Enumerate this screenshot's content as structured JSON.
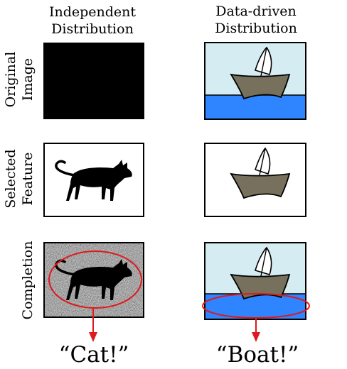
{
  "columns": {
    "independent": {
      "line1": "Independent",
      "line2": "Distribution"
    },
    "data_driven": {
      "line1": "Data-driven",
      "line2": "Distribution"
    }
  },
  "rows": {
    "original": {
      "line1": "Original",
      "line2": "Image"
    },
    "selected": {
      "line1": "Selected",
      "line2": "Feature"
    },
    "completion": {
      "line1": "Completion"
    }
  },
  "answers": {
    "independent": "“Cat!”",
    "data_driven": "“Boat!”"
  },
  "colors": {
    "black_panel": "#000000",
    "sky": "#d6ecf3",
    "water": "#2f84ff",
    "hull": "#77705c",
    "sail": "#ffffff",
    "highlight": "#e0191c"
  }
}
